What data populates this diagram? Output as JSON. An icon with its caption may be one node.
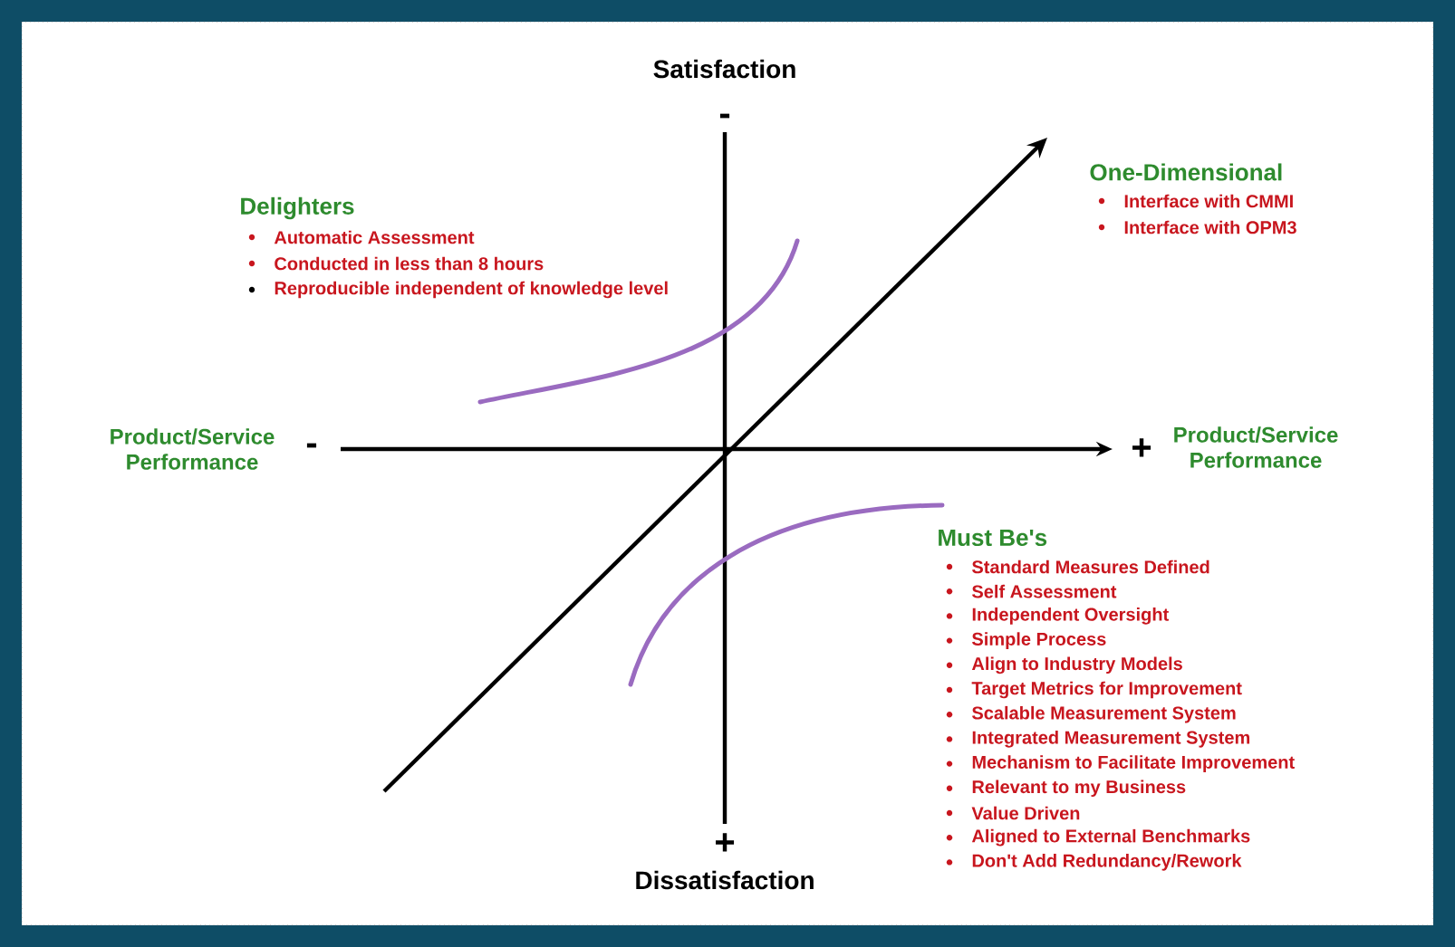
{
  "diagram": {
    "labels": [
      "Satisfaction",
      "-",
      "Product/Service Performance",
      "-",
      "+",
      "Product/Service Performance",
      "+",
      "Dissatisfaction",
      "Delighters",
      "Automatic Assessment",
      "Conducted in less than 8 hours",
      "Reproducible independent of knowledge level",
      "One-Dimensional",
      "Interface with CMMI",
      "Interface with OPM3",
      "Must Be's",
      "Standard Measures Defined",
      "Self Assessment",
      "Independent Oversight",
      "Simple Process",
      "Align to Industry Models",
      "Target Metrics for Improvement",
      "Scalable Measurement System",
      "Integrated Measurement System",
      "Mechanism to Facilitate Improvement",
      "Relevant to my Business",
      "Value Driven",
      "Aligned to External Benchmarks",
      "Don't Add Redundancy/Rework"
    ]
  }
}
